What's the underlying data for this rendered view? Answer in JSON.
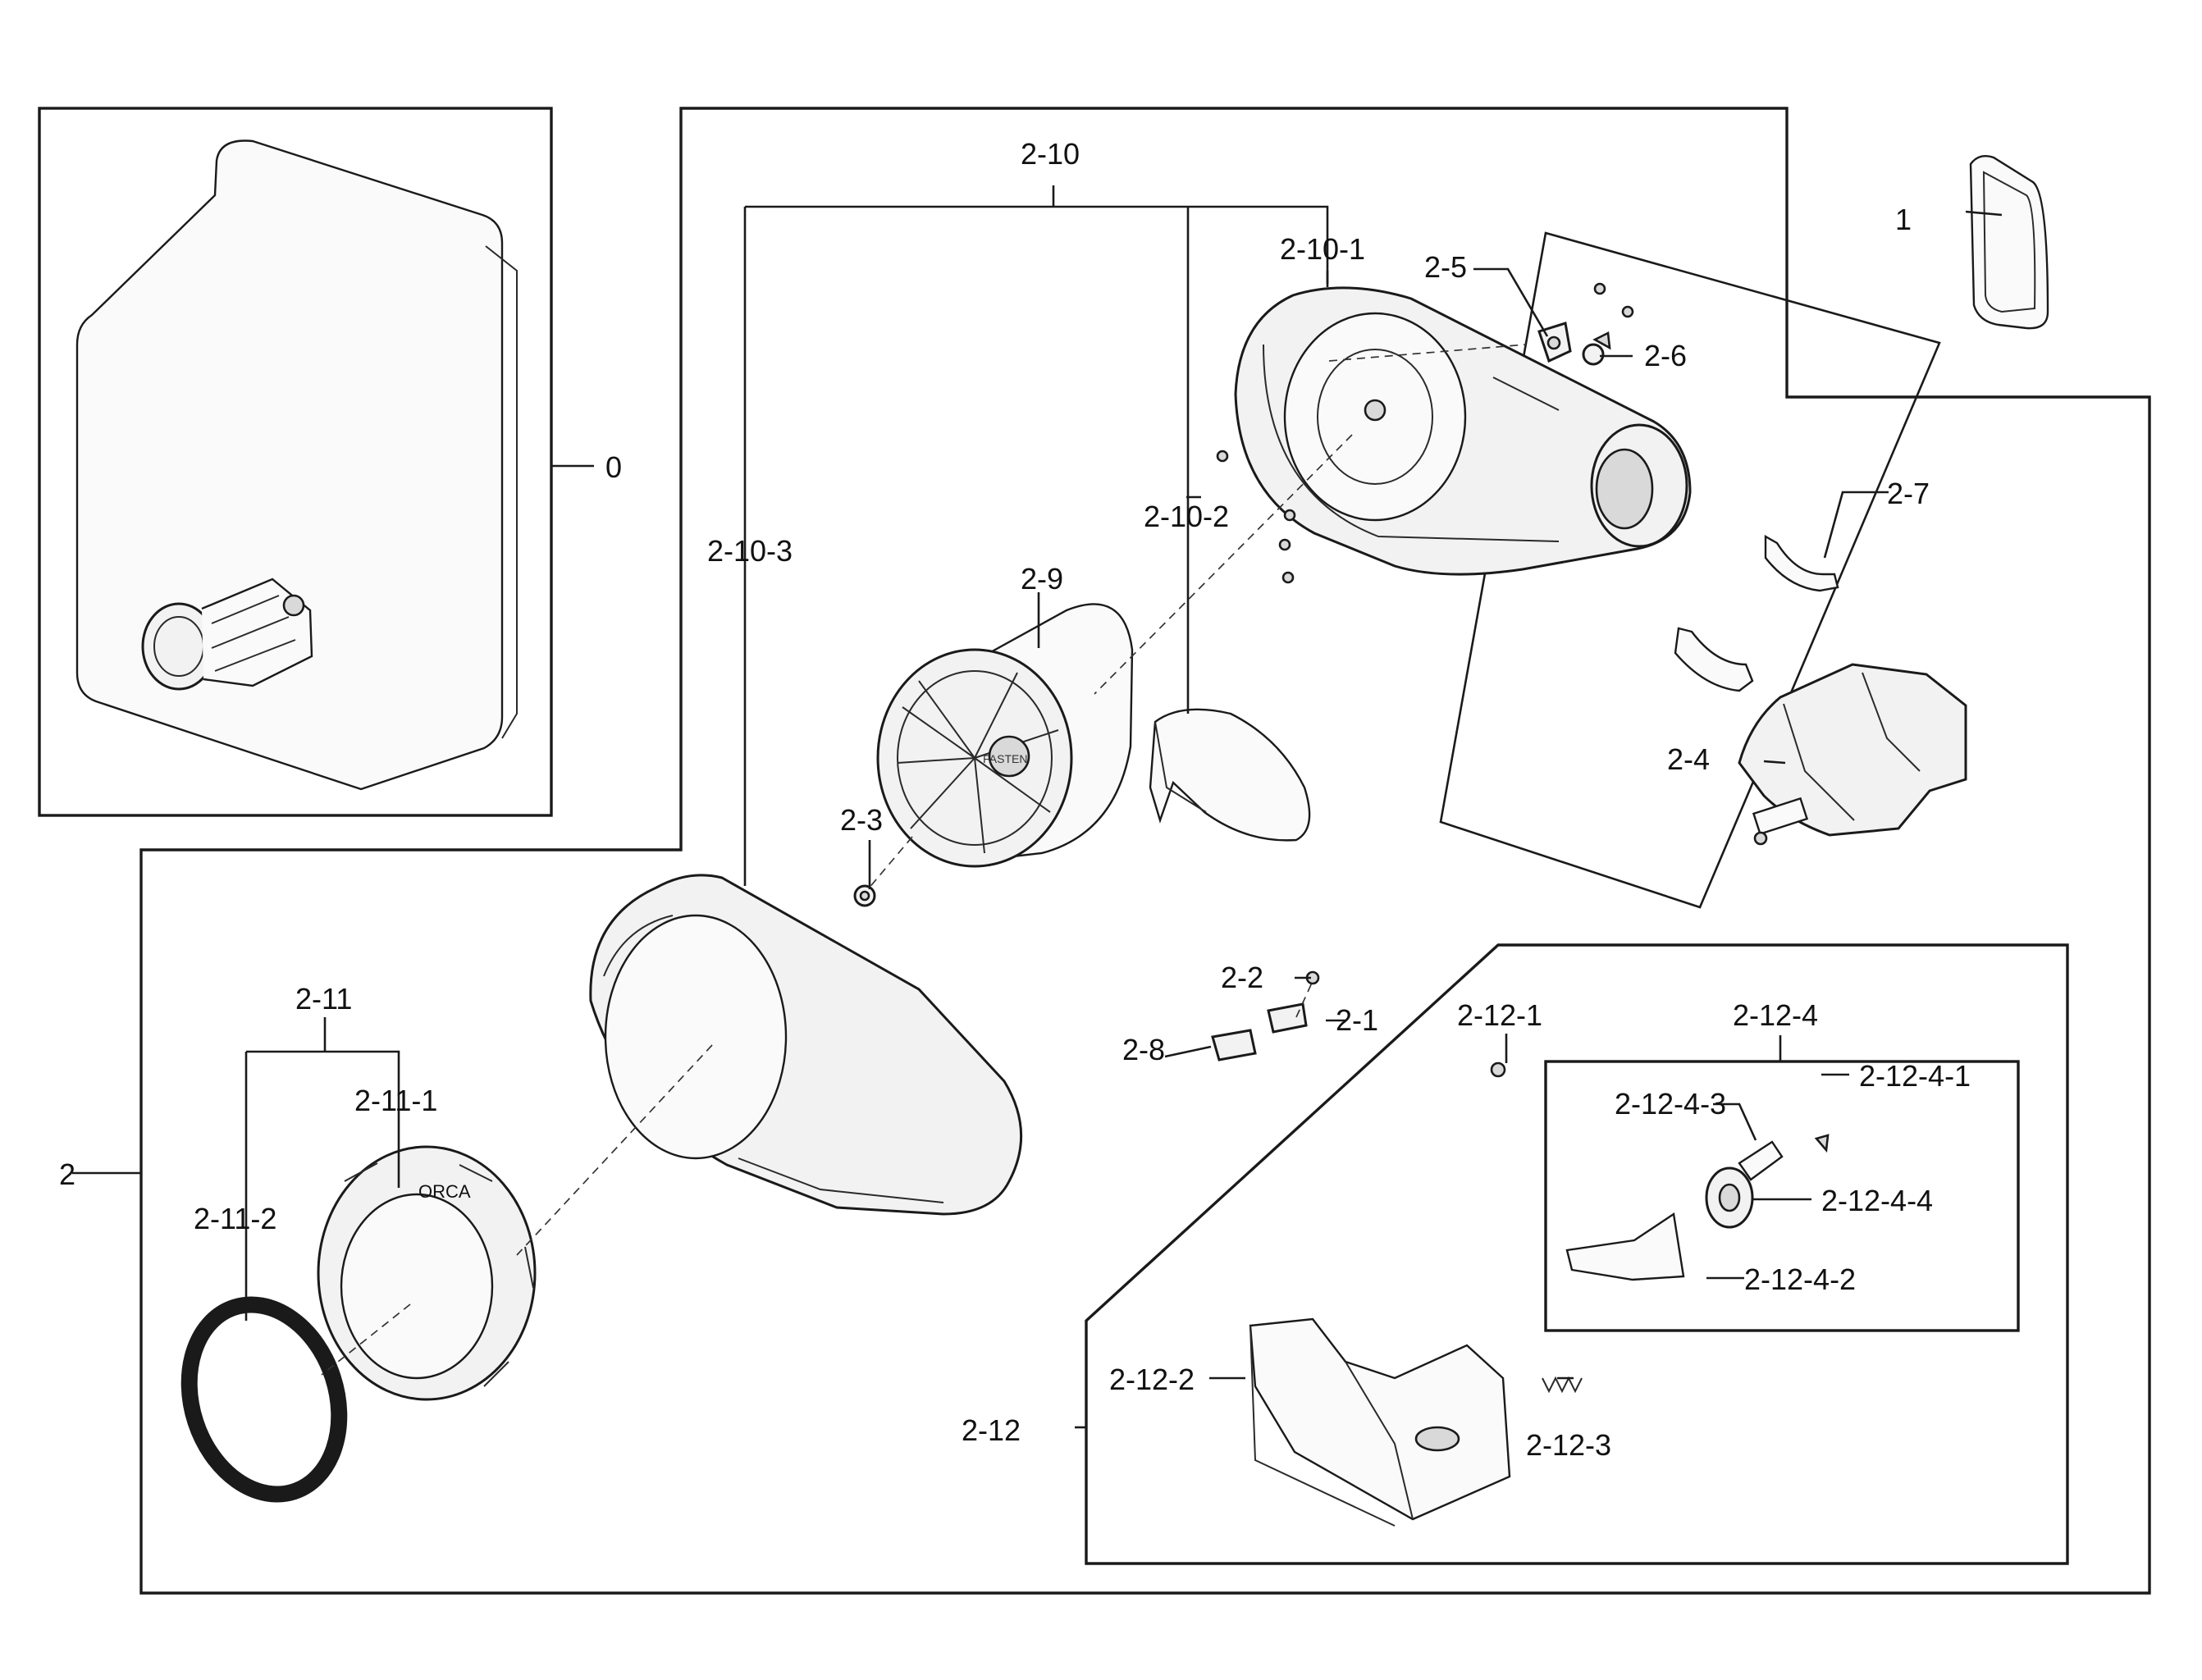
{
  "callouts": {
    "c0": "0",
    "c1": "1",
    "c2": "2",
    "c2_1": "2-1",
    "c2_2": "2-2",
    "c2_3": "2-3",
    "c2_4": "2-4",
    "c2_5": "2-5",
    "c2_6": "2-6",
    "c2_7": "2-7",
    "c2_8": "2-8",
    "c2_9": "2-9",
    "c2_10": "2-10",
    "c2_10_1": "2-10-1",
    "c2_10_2": "2-10-2",
    "c2_10_3": "2-10-3",
    "c2_11": "2-11",
    "c2_11_1": "2-11-1",
    "c2_11_2": "2-11-2",
    "c2_12": "2-12",
    "c2_12_1": "2-12-1",
    "c2_12_2": "2-12-2",
    "c2_12_3": "2-12-3",
    "c2_12_4": "2-12-4",
    "c2_12_4_1": "2-12-4-1",
    "c2_12_4_2": "2-12-4-2",
    "c2_12_4_3": "2-12-4-3",
    "c2_12_4_4": "2-12-4-4"
  },
  "logo_text": "ORCA",
  "fan_badge": "FASTEN"
}
